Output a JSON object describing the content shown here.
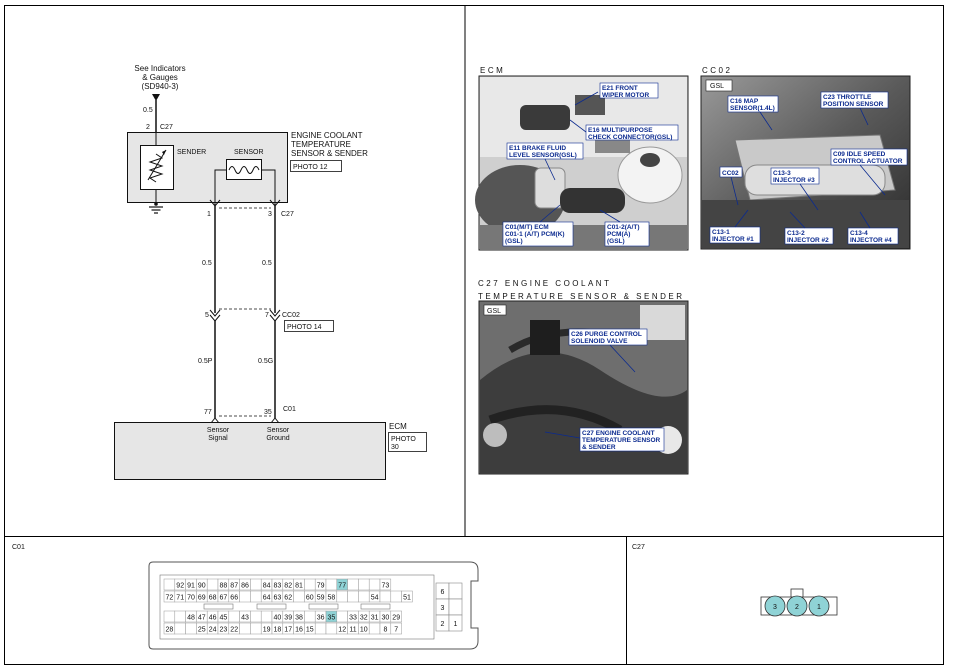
{
  "schematic": {
    "ref_note": [
      "See Indicators",
      "& Gauges",
      "(SD940-3)"
    ],
    "wire_top": "0.5",
    "pin_top_num": "2",
    "pin_top_conn": "C27",
    "component_title": [
      "ENGINE COOLANT",
      "TEMPERATURE",
      "SENSOR & SENDER"
    ],
    "component_photo": "PHOTO 12",
    "sender_label": "SENDER",
    "sensor_label": "SENSOR",
    "pins_c27_left": "1",
    "pins_c27_right": "3",
    "pins_c27_conn": "C27",
    "wire_left_1": "0.5",
    "wire_right_1": "0.5",
    "cc02_left_pin": "5",
    "cc02_right_pin": "7",
    "cc02_conn": "CC02",
    "cc02_photo": "PHOTO 14",
    "wire_left_2": "0.5P",
    "wire_right_2": "0.5G",
    "ecm_left_pin": "77",
    "ecm_right_pin": "35",
    "ecm_conn": "C01",
    "ecm_left_label": [
      "Sensor",
      "Signal"
    ],
    "ecm_right_label": [
      "Sensor",
      "Ground"
    ],
    "ecm_title": "ECM",
    "ecm_photo": [
      "PHOTO",
      "30"
    ]
  },
  "photos": {
    "ecm": {
      "header": "ECM",
      "callouts": [
        [
          "E21 FRONT",
          "WIPER MOTOR"
        ],
        [
          "E16 MULTIPURPOSE",
          "CHECK CONNECTOR(GSL)"
        ],
        [
          "E11 BRAKE FLUID",
          "LEVEL SENSOR(GSL)"
        ],
        [
          "C01(M/T) ECM",
          "C01-1 (A/T) PCM(K)",
          "(GSL)"
        ],
        [
          "C01-2(A/T)",
          "PCM(A)",
          "(GSL)"
        ]
      ]
    },
    "cc02": {
      "header": "CC02",
      "badge": "GSL",
      "callouts": [
        [
          "C16 MAP",
          "SENSOR(1.4L)"
        ],
        [
          "C23 THROTTLE",
          "POSITION SENSOR"
        ],
        [
          "C09 IDLE SPEED",
          "CONTROL ACTUATOR"
        ],
        [
          "CC02"
        ],
        [
          "C13-3",
          "INJECTOR #3"
        ],
        [
          "C13-1",
          "INJECTOR #1"
        ],
        [
          "C13-2",
          "INJECTOR #2"
        ],
        [
          "C13-4",
          "INJECTOR #4"
        ]
      ]
    },
    "c27": {
      "header": [
        "C27 ENGINE COOLANT",
        "TEMPERATURE SENSOR & SENDER"
      ],
      "badge": "GSL",
      "callouts": [
        [
          "C26 PURGE CONTROL",
          "SOLENOID VALVE"
        ],
        [
          "C27 ENGINE COOLANT",
          "TEMPERATURE SENSOR",
          "& SENDER"
        ]
      ]
    }
  },
  "connectors": {
    "c01": {
      "label": "C01",
      "highlight_pins": [
        "77",
        "35"
      ],
      "row1": [
        "",
        "92",
        "91",
        "90",
        "",
        "88",
        "87",
        "86",
        "",
        "84",
        "83",
        "82",
        "81",
        "",
        "79",
        "",
        "77",
        "",
        "",
        "",
        "73"
      ],
      "row2": [
        "72",
        "71",
        "70",
        "69",
        "68",
        "67",
        "66",
        "",
        "",
        "64",
        "63",
        "62",
        "",
        "60",
        "59",
        "58",
        "",
        "",
        "",
        "54",
        "",
        "",
        "51"
      ],
      "row3": [
        "",
        "",
        "48",
        "47",
        "46",
        "45",
        "",
        "43",
        "",
        "",
        "40",
        "39",
        "38",
        "",
        "36",
        "35",
        "",
        "33",
        "32",
        "31",
        "30",
        "29"
      ],
      "row4": [
        "28",
        "",
        "",
        "25",
        "24",
        "23",
        "22",
        "",
        "",
        "19",
        "18",
        "17",
        "16",
        "15",
        "",
        "",
        "12",
        "11",
        "10",
        "",
        "8",
        "7"
      ],
      "side": [
        "6",
        "",
        "3",
        "",
        "2",
        "1"
      ]
    },
    "c27": {
      "label": "C27",
      "pins": [
        "3",
        "2",
        "1"
      ]
    }
  }
}
